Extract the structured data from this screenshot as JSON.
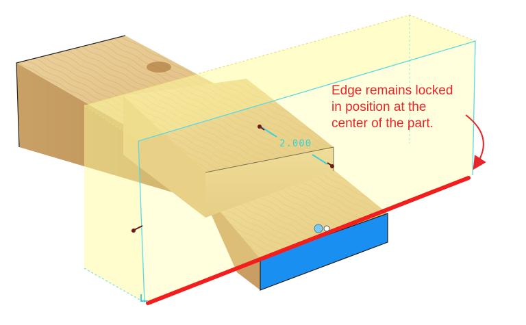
{
  "annotation": {
    "lines": [
      "Edge remains locked",
      "in position at the",
      "center of the part."
    ]
  },
  "dimension": {
    "value": "2.000"
  },
  "colors": {
    "annotation": "#e5262a",
    "locked_edge": "#f21d1d",
    "dimension": "#3fd0d8",
    "bounding_box_fill": "#fffb9e",
    "bounding_box_outline": "#57d9e6",
    "selected_face": "#1a8ff2",
    "wood_light": "#e7c98e",
    "wood_mid": "#d6ae6c",
    "wood_dark": "#b88a4e"
  },
  "icons": [
    "resize-handle-icon",
    "move-gizmo-icon",
    "curved-arrow-icon",
    "corner-handle-icon"
  ]
}
